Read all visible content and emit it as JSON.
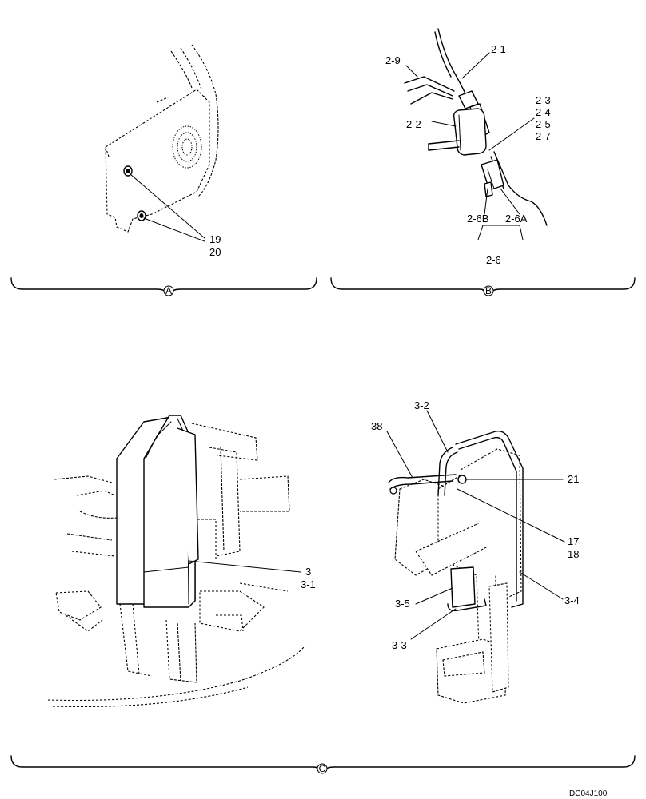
{
  "views": {
    "a": {
      "tag": "A",
      "callouts": [
        "19",
        "20"
      ]
    },
    "b": {
      "tag": "B",
      "callouts": [
        "2-1",
        "2-9",
        "2-3",
        "2-4",
        "2-5",
        "2-7",
        "2-2",
        "2-6B",
        "2-6A",
        "2-6"
      ]
    },
    "c": {
      "tag": "C",
      "left_callouts": [
        "3",
        "3-1"
      ],
      "right_callouts": [
        "3-2",
        "38",
        "21",
        "17",
        "18",
        "3-5",
        "3-4",
        "3-3"
      ]
    }
  },
  "drawing_code": "DC04J100"
}
